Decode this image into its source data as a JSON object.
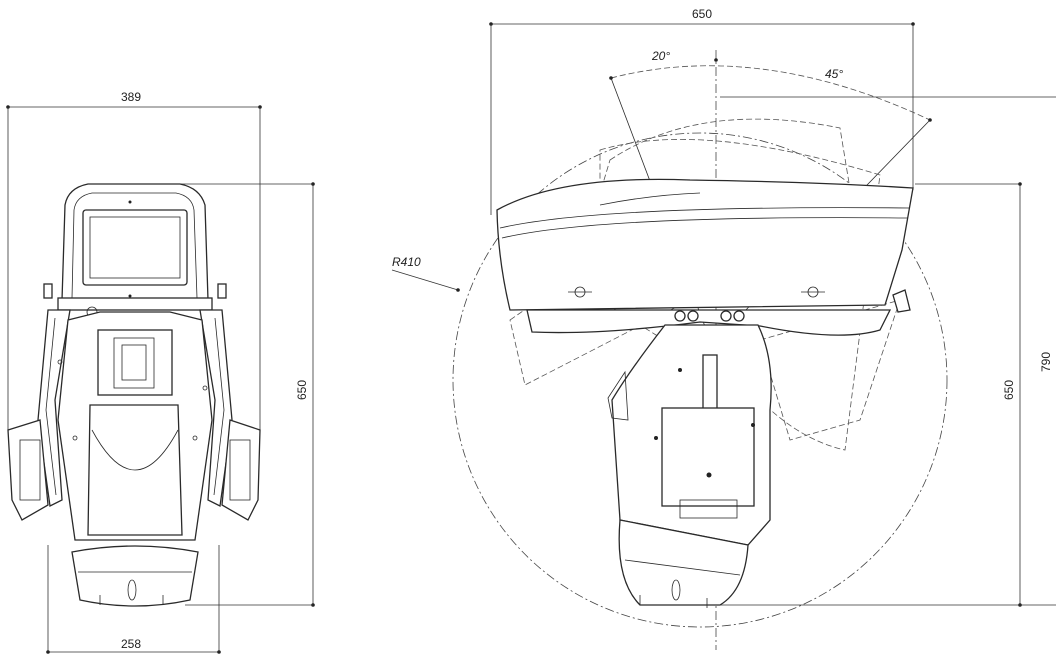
{
  "front_view": {
    "width_top": "389",
    "width_base": "258",
    "height": "650"
  },
  "side_view": {
    "width_top": "650",
    "tilt_angle_small": "20°",
    "tilt_angle_large": "45°",
    "radius": "R410",
    "height": "650",
    "height_max": "790"
  },
  "colors": {
    "line": "#2a2a2a",
    "background": "#ffffff"
  }
}
